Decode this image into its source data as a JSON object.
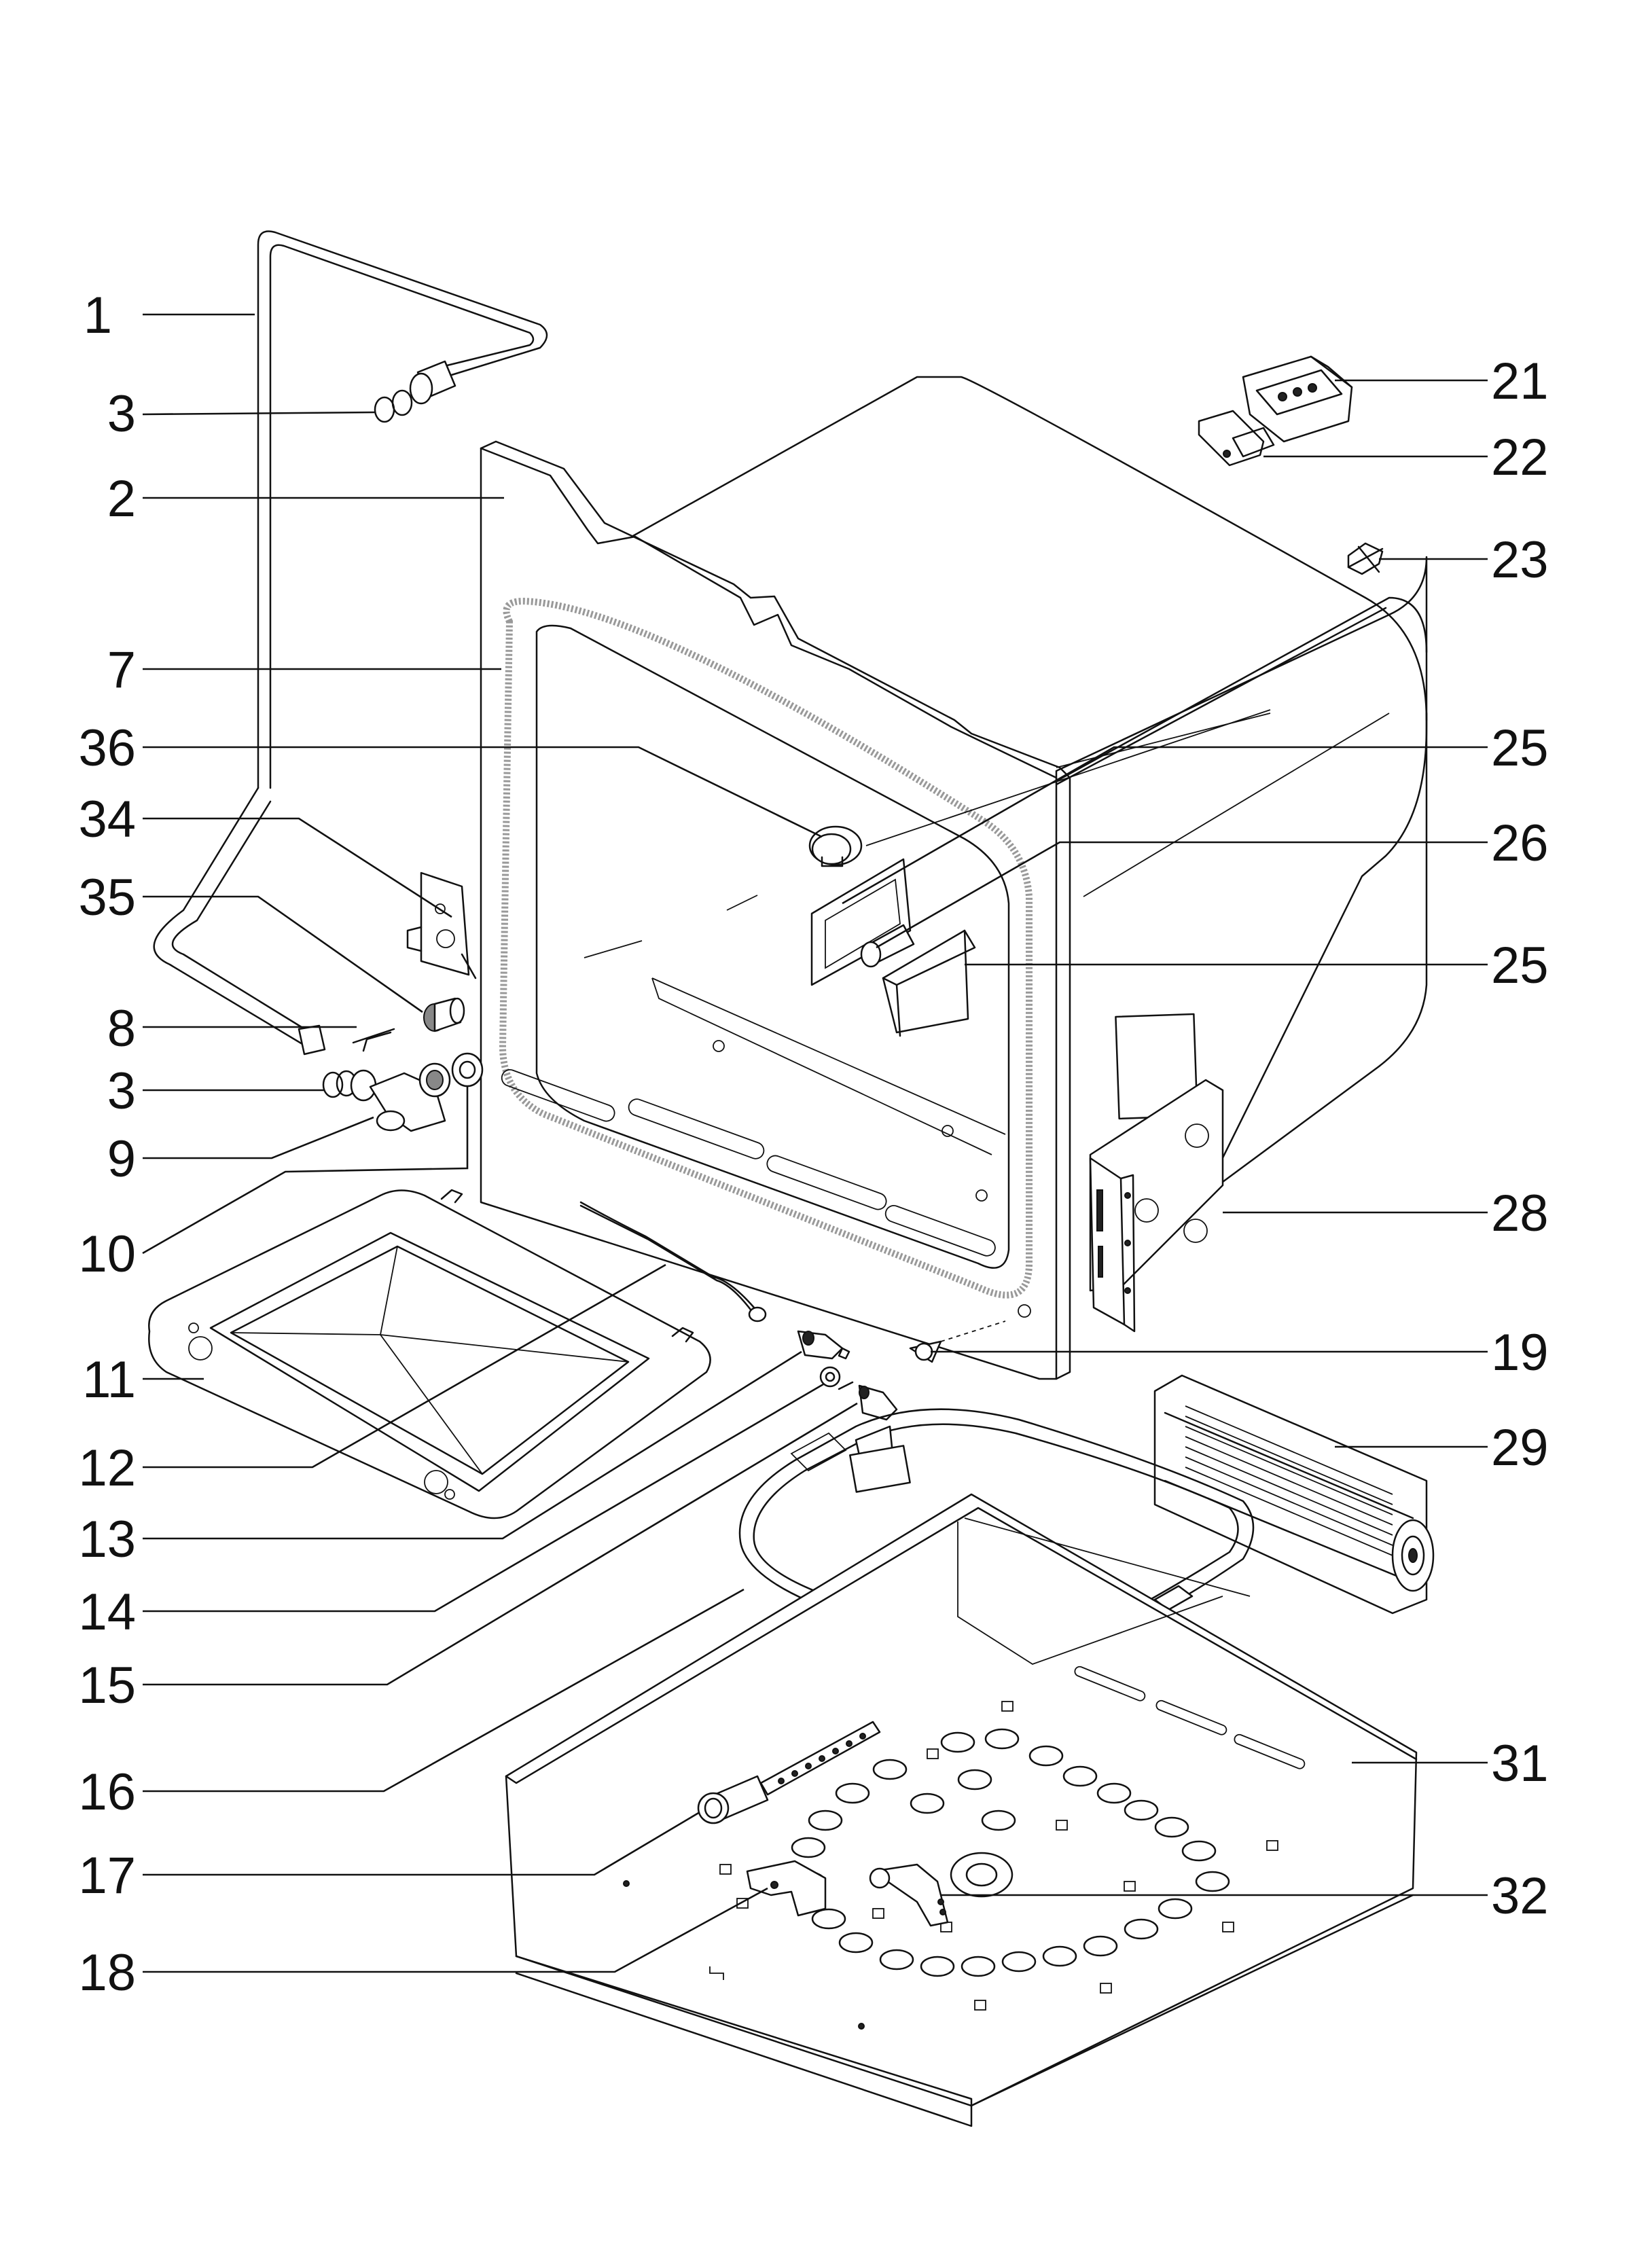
{
  "callouts": {
    "c1": "1",
    "c3a": "3",
    "c2": "2",
    "c7": "7",
    "c36": "36",
    "c34": "34",
    "c35": "35",
    "c8": "8",
    "c3b": "3",
    "c9": "9",
    "c10": "10",
    "c11": "11",
    "c12": "12",
    "c13": "13",
    "c14": "14",
    "c15": "15",
    "c16": "16",
    "c17": "17",
    "c18": "18",
    "c21": "21",
    "c22": "22",
    "c23": "23",
    "c25a": "25",
    "c26": "26",
    "c25b": "25",
    "c28": "28",
    "c19": "19",
    "c29": "29",
    "c31": "31",
    "c32": "32"
  }
}
